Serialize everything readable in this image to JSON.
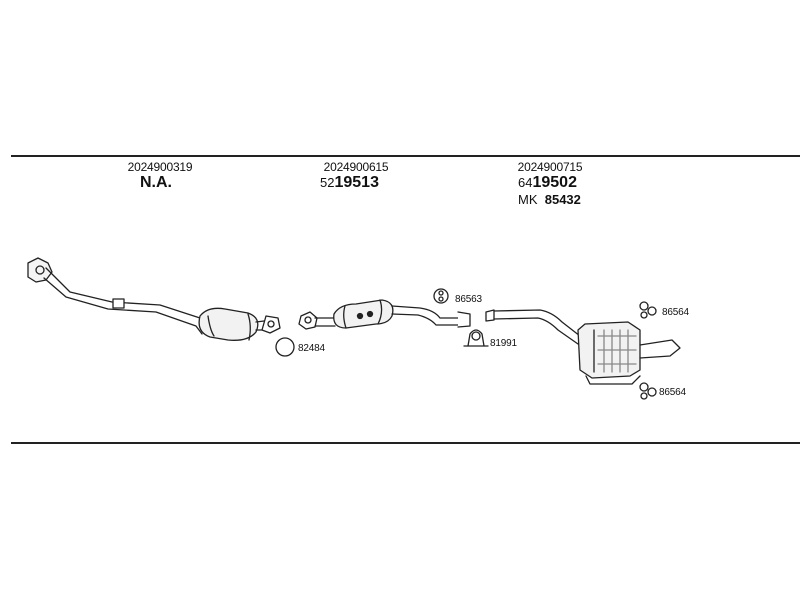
{
  "columns": [
    {
      "oe": "2024900319",
      "prefix": "",
      "main": "N.A."
    },
    {
      "oe": "2024900615",
      "prefix": "52",
      "main": "19513"
    },
    {
      "oe": "2024900715",
      "prefix": "64",
      "main": "19502",
      "extra_prefix": "MK",
      "extra": "85432"
    }
  ],
  "parts": {
    "ring_82484": "82484",
    "bracket_86563": "86563",
    "clamp_81991": "81991",
    "hanger_86564_top": "86564",
    "hanger_86564_bottom": "86564"
  },
  "colors": {
    "line": "#222222",
    "fill": "#f2f2f2",
    "hatch": "#888888"
  }
}
